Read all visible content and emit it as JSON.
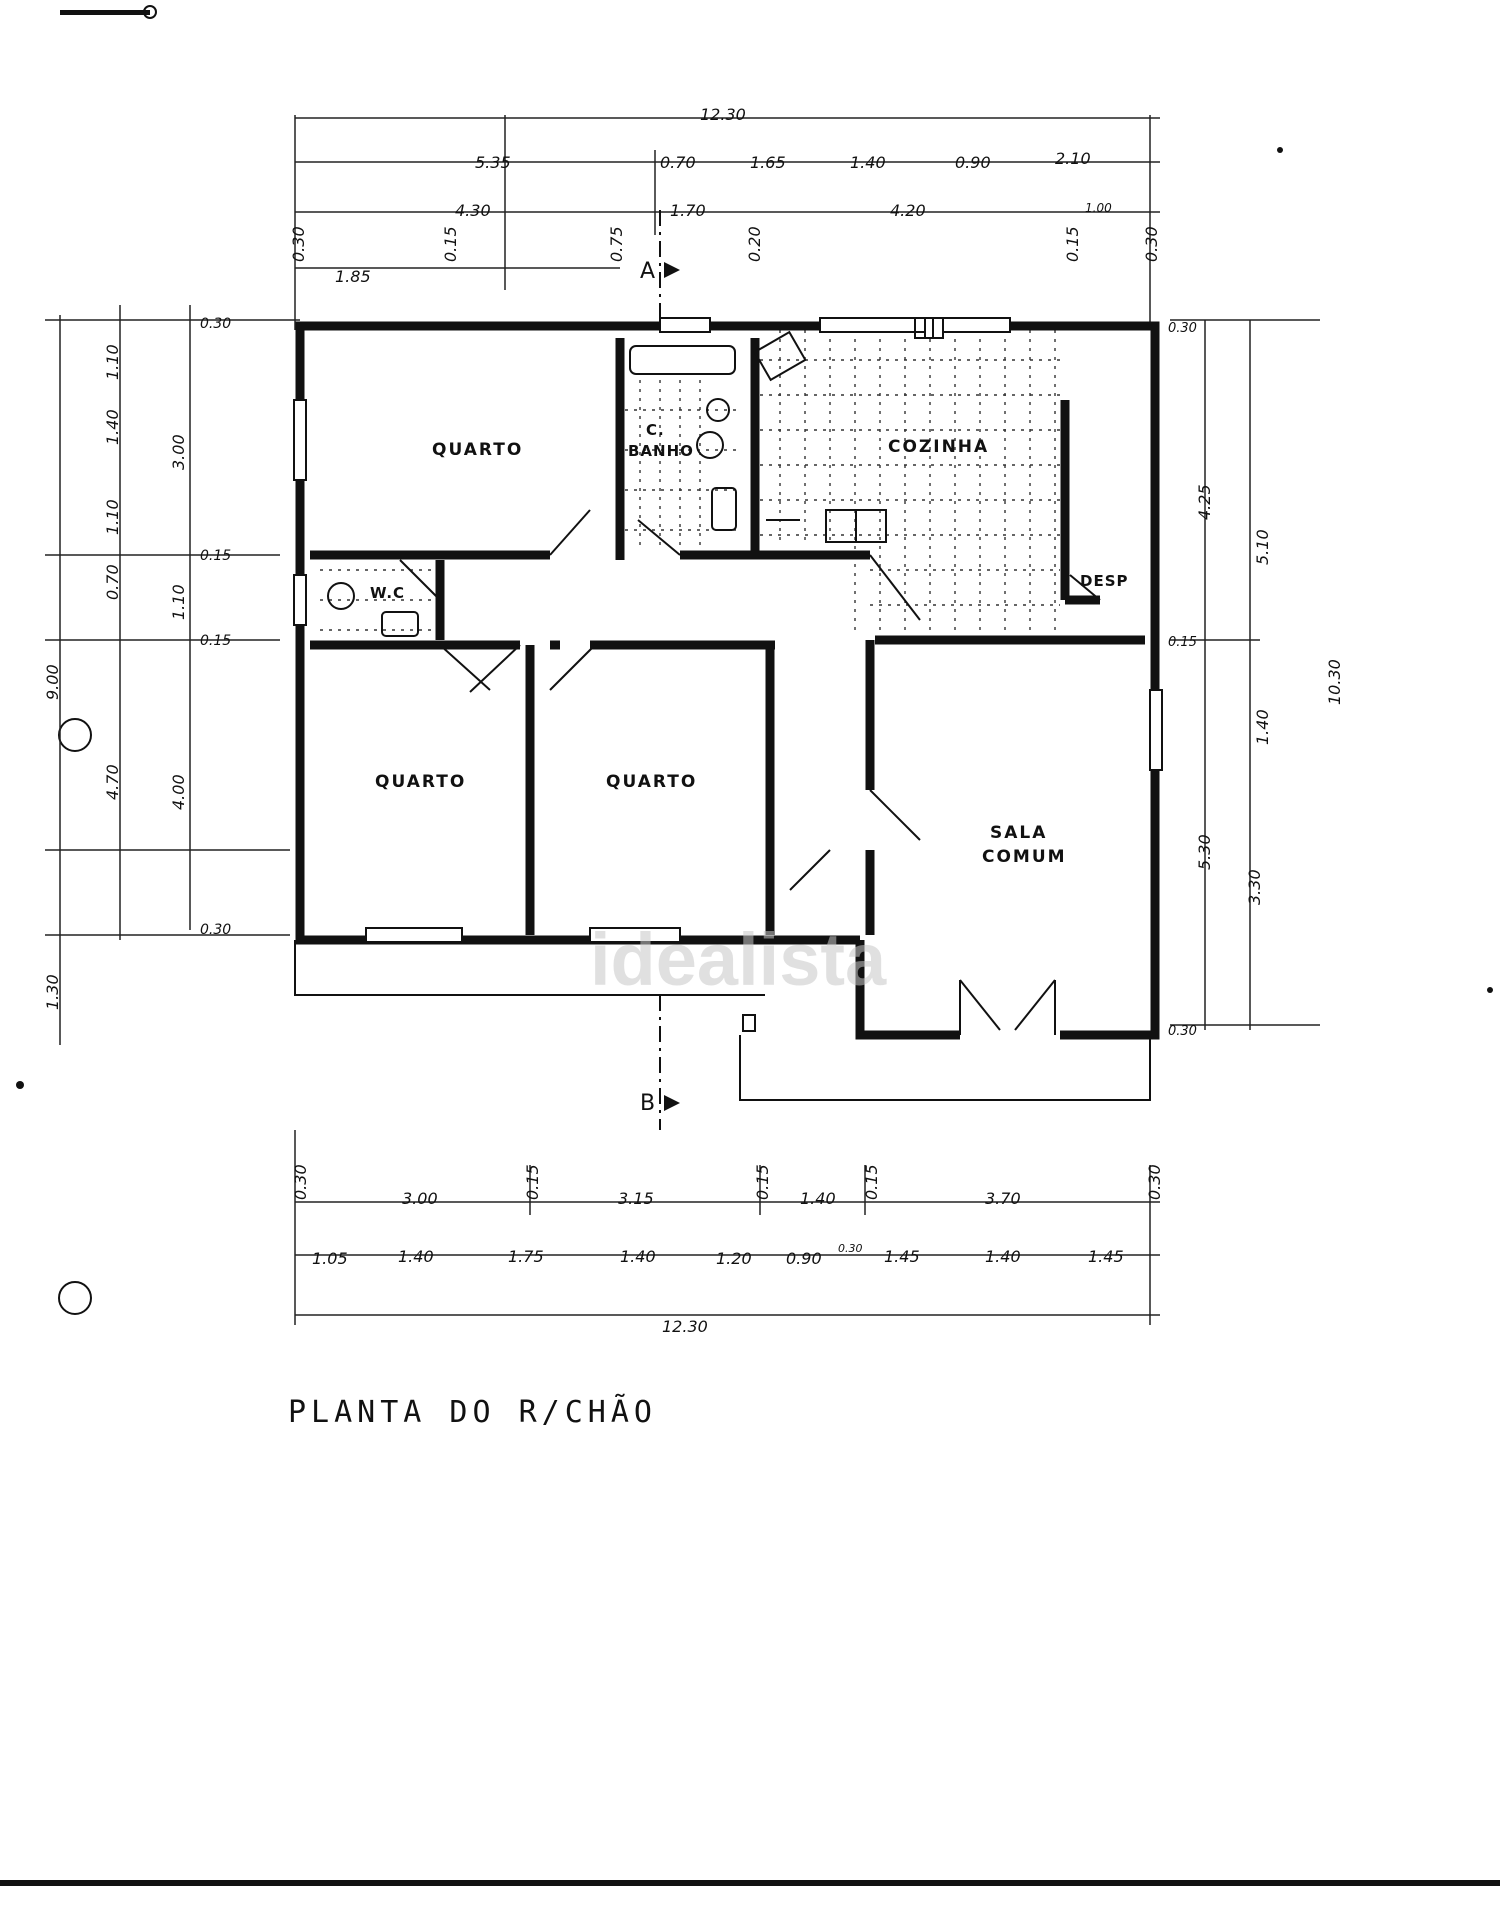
{
  "rooms": {
    "quarto_top": "QUARTO",
    "banho_c": "C.",
    "banho": "BANHO",
    "cozinha": "COZINHA",
    "wc": "W.C",
    "desp": "DESP",
    "quarto_left": "QUARTO",
    "quarto_mid": "QUARTO",
    "sala_1": "SALA",
    "sala_2": "COMUM"
  },
  "sections": {
    "a": "A",
    "b": "B"
  },
  "title": "PLANTA DO R/CHÃO",
  "watermark": "idealista",
  "dims_top": {
    "total": "12.30",
    "r1": [
      "5.35",
      "0.70",
      "1.65",
      "1.40",
      "0.90",
      "2.10"
    ],
    "r2": [
      "4.30",
      "1.70",
      "4.20",
      "1.00"
    ],
    "r3": [
      "1.85",
      "0.30",
      "0.15",
      "0.75",
      "0.20",
      "0.15",
      "0.30"
    ]
  },
  "dims_bottom": {
    "r1": [
      "0.30",
      "3.00",
      "0.15",
      "3.15",
      "0.15",
      "1.40",
      "0.15",
      "3.70",
      "0.30"
    ],
    "r2": [
      "1.05",
      "1.40",
      "1.75",
      "1.40",
      "1.20",
      "0.90",
      "0.30",
      "1.45",
      "1.40",
      "1.45"
    ],
    "total": "12.30"
  },
  "dims_left": {
    "total": "9.00",
    "col": [
      "1.10",
      "1.40",
      "1.10",
      "0.70",
      "4.70",
      "1.30"
    ],
    "inner": [
      "0.30",
      "3.00",
      "0.15",
      "1.10",
      "0.15",
      "4.00",
      "0.30"
    ]
  },
  "dims_right": {
    "total": "10.30",
    "col1": [
      "0.30",
      "4.25",
      "0.15",
      "5.30",
      "0.30"
    ],
    "col2": [
      "5.10",
      "1.40",
      "3.30"
    ]
  }
}
